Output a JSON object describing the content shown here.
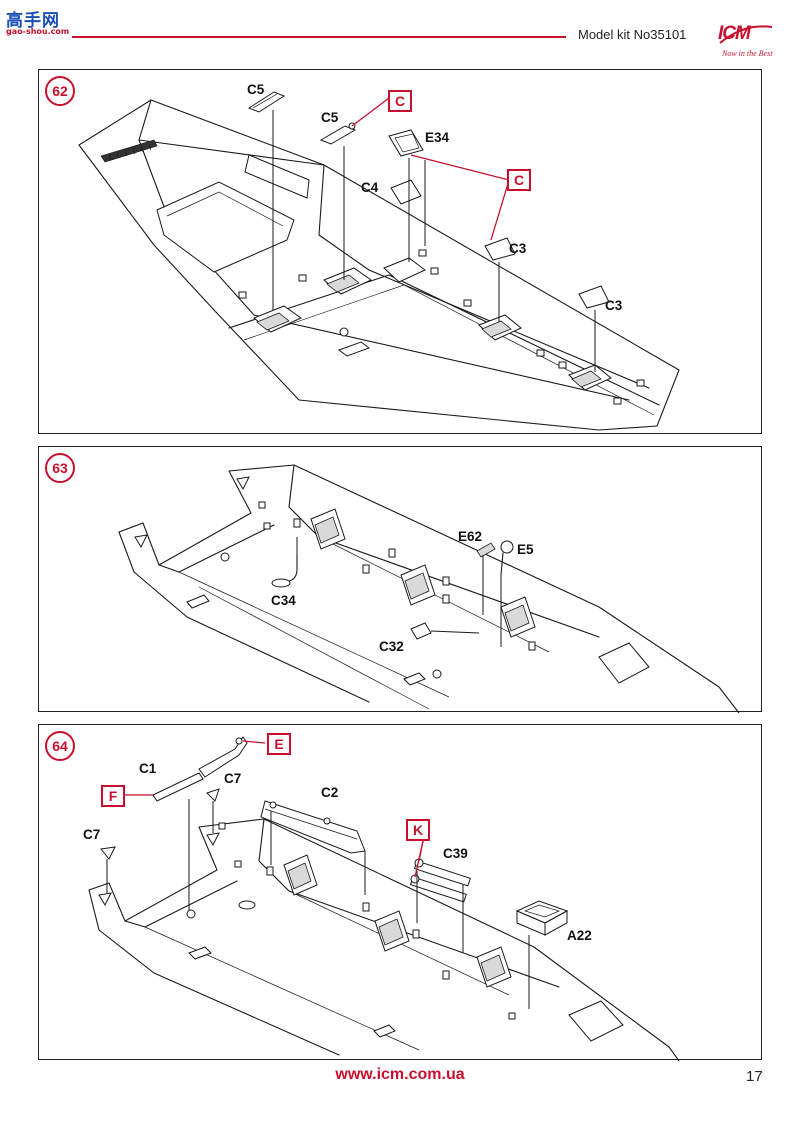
{
  "watermark": {
    "title": "高手网",
    "subtitle": "gao-shou.com"
  },
  "header": {
    "text": "Model kit No35101"
  },
  "logo": {
    "text": "ICM",
    "slogan": "Now in the Best"
  },
  "steps": [
    {
      "number": "62",
      "labels": {
        "c5_a": "C5",
        "c5_b": "C5",
        "e34": "E34",
        "c4": "C4",
        "c3_a": "C3",
        "c3_b": "C3"
      },
      "references": {
        "c_a": "C",
        "c_b": "C"
      }
    },
    {
      "number": "63",
      "labels": {
        "e62": "E62",
        "e5": "E5",
        "c34": "C34",
        "c32": "C32"
      }
    },
    {
      "number": "64",
      "labels": {
        "c1": "C1",
        "c7_a": "C7",
        "c7_b": "C7",
        "c2": "C2",
        "c39": "C39",
        "a22": "A22"
      },
      "references": {
        "e": "E",
        "f": "F",
        "k": "K"
      }
    }
  ],
  "footer": {
    "url": "www.icm.com.ua",
    "page_number": "17"
  }
}
